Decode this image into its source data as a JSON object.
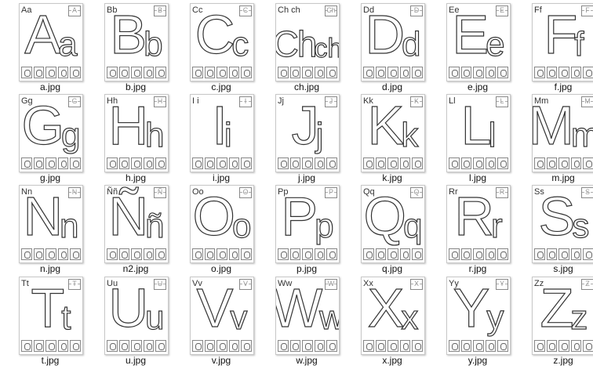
{
  "files": [
    {
      "name": "a.jpg",
      "upper": "A",
      "lower": "a",
      "corner": "Aa"
    },
    {
      "name": "b.jpg",
      "upper": "B",
      "lower": "b",
      "corner": "Bb"
    },
    {
      "name": "c.jpg",
      "upper": "C",
      "lower": "c",
      "corner": "Cc"
    },
    {
      "name": "ch.jpg",
      "upper": "Ch",
      "lower": "ch",
      "corner": "Ch ch"
    },
    {
      "name": "d.jpg",
      "upper": "D",
      "lower": "d",
      "corner": "Dd"
    },
    {
      "name": "e.jpg",
      "upper": "E",
      "lower": "e",
      "corner": "Ee"
    },
    {
      "name": "f.jpg",
      "upper": "F",
      "lower": "f",
      "corner": "Ff"
    },
    {
      "name": "g.jpg",
      "upper": "G",
      "lower": "g",
      "corner": "Gg"
    },
    {
      "name": "h.jpg",
      "upper": "H",
      "lower": "h",
      "corner": "Hh"
    },
    {
      "name": "i.jpg",
      "upper": "I",
      "lower": "i",
      "corner": "I i"
    },
    {
      "name": "j.jpg",
      "upper": "J",
      "lower": "j",
      "corner": "Jj"
    },
    {
      "name": "k.jpg",
      "upper": "K",
      "lower": "k",
      "corner": "Kk"
    },
    {
      "name": "l.jpg",
      "upper": "L",
      "lower": "l",
      "corner": "Ll"
    },
    {
      "name": "m.jpg",
      "upper": "M",
      "lower": "m",
      "corner": "Mm"
    },
    {
      "name": "n.jpg",
      "upper": "N",
      "lower": "n",
      "corner": "Nn"
    },
    {
      "name": "n2.jpg",
      "upper": "Ñ",
      "lower": "ñ",
      "corner": "Ññ"
    },
    {
      "name": "o.jpg",
      "upper": "O",
      "lower": "o",
      "corner": "Oo"
    },
    {
      "name": "p.jpg",
      "upper": "P",
      "lower": "p",
      "corner": "Pp"
    },
    {
      "name": "q.jpg",
      "upper": "Q",
      "lower": "q",
      "corner": "Qq"
    },
    {
      "name": "r.jpg",
      "upper": "R",
      "lower": "r",
      "corner": "Rr"
    },
    {
      "name": "s.jpg",
      "upper": "S",
      "lower": "s",
      "corner": "Ss"
    },
    {
      "name": "t.jpg",
      "upper": "T",
      "lower": "t",
      "corner": "Tt"
    },
    {
      "name": "u.jpg",
      "upper": "U",
      "lower": "u",
      "corner": "Uu"
    },
    {
      "name": "v.jpg",
      "upper": "V",
      "lower": "v",
      "corner": "Vv"
    },
    {
      "name": "w.jpg",
      "upper": "W",
      "lower": "w",
      "corner": "Ww"
    },
    {
      "name": "x.jpg",
      "upper": "X",
      "lower": "x",
      "corner": "Xx"
    },
    {
      "name": "y.jpg",
      "upper": "Y",
      "lower": "y",
      "corner": "Yy"
    },
    {
      "name": "z.jpg",
      "upper": "Z",
      "lower": "z",
      "corner": "Zz"
    }
  ]
}
